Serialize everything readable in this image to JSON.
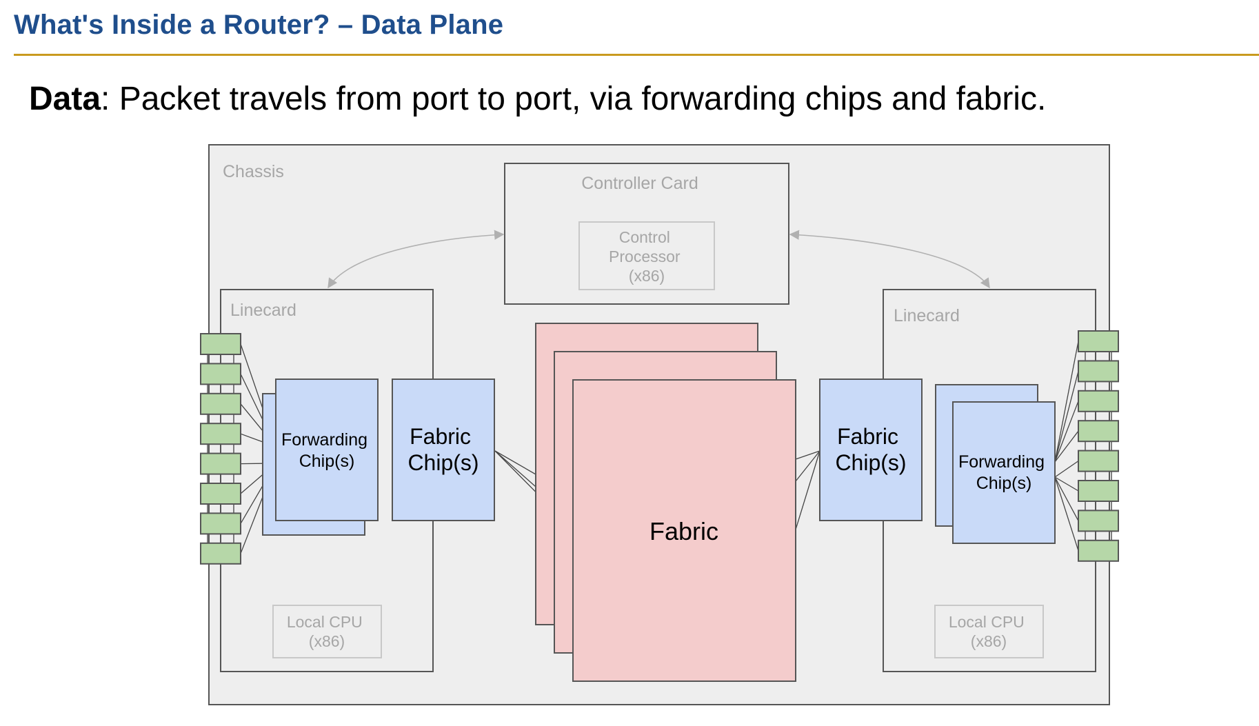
{
  "slide": {
    "title": "What's Inside a Router? – Data Plane",
    "subtitle_bold": "Data",
    "subtitle_rest": ": Packet travels from port to port, via forwarding chips and fabric."
  },
  "diagram": {
    "chassis_label": "Chassis",
    "controller_card": {
      "label": "Controller Card",
      "processor_lines": [
        "Control",
        "Processor",
        "(x86)"
      ]
    },
    "left_linecard": {
      "label": "Linecard",
      "forwarding_lines": [
        "Forwarding",
        "Chip(s)"
      ],
      "fabric_chip_lines": [
        "Fabric",
        "Chip(s)"
      ],
      "cpu_lines": [
        "Local CPU",
        "(x86)"
      ],
      "port_count": 8
    },
    "right_linecard": {
      "label": "Linecard",
      "forwarding_lines": [
        "Forwarding",
        "Chip(s)"
      ],
      "fabric_chip_lines": [
        "Fabric",
        "Chip(s)"
      ],
      "cpu_lines": [
        "Local CPU",
        "(x86)"
      ],
      "port_count": 8
    },
    "fabric_label": "Fabric",
    "colors": {
      "chassis_fill": "#eeeeee",
      "border": "#555555",
      "muted_text": "#a6a6a6",
      "muted_border": "#c8c8c8",
      "chip_fill": "#c9daf8",
      "fabric_fill": "#f4cccc",
      "port_fill": "#b6d7a8",
      "arrow": "#b0b0b0"
    }
  }
}
